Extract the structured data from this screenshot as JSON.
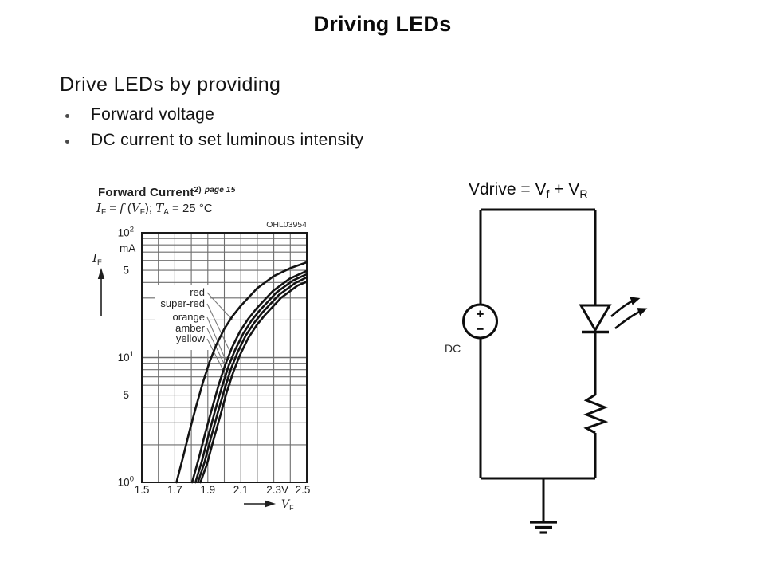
{
  "slide": {
    "title": "Driving LEDs",
    "heading": "Drive LEDs by providing",
    "bullets": [
      "Forward voltage",
      "DC current to set luminous intensity"
    ]
  },
  "chart": {
    "heading": {
      "main": "Forward Current",
      "footnote": "2)",
      "note": "page 15"
    },
    "subtitle": {
      "p1": "I",
      "s1": "F",
      "p2": " = ",
      "p3": "f",
      "p4": " (",
      "p5": "V",
      "s5": "F",
      "p6": "); ",
      "p7": "T",
      "s7": "A",
      "p8": " = 25 °C"
    },
    "watermark": "OHL03954",
    "y_axis_name": {
      "sym": "I",
      "sub": "F",
      "unit": "mA"
    },
    "x_axis_name": {
      "sym": "V",
      "sub": "F",
      "unit": "V"
    }
  },
  "chart_data": {
    "type": "line",
    "title": "Forward Current: IF = f(VF); TA = 25 °C",
    "xlabel": "VF (V)",
    "ylabel": "IF (mA)",
    "x_scale": "linear",
    "y_scale": "log",
    "xlim": [
      1.5,
      2.5
    ],
    "ylim": [
      1,
      100
    ],
    "x_ticks": [
      "1.5",
      "1.7",
      "1.9",
      "2.1",
      "2.3",
      "2.5"
    ],
    "x_tick_values": [
      1.5,
      1.7,
      1.9,
      2.1,
      2.3,
      2.5
    ],
    "y_ticks": [
      {
        "base": "10",
        "exp": "2",
        "value": 100
      },
      {
        "label": "5",
        "value": 50
      },
      {
        "base": "10",
        "exp": "1",
        "value": 10
      },
      {
        "label": "5",
        "value": 5
      },
      {
        "base": "10",
        "exp": "0",
        "value": 1
      }
    ],
    "grid": "log-minor",
    "legend_position": "inside-left-with-leaders",
    "series": [
      {
        "name": "red",
        "points": [
          [
            1.71,
            1
          ],
          [
            1.75,
            1.6
          ],
          [
            1.79,
            2.6
          ],
          [
            1.83,
            4.1
          ],
          [
            1.87,
            6.3
          ],
          [
            1.91,
            9.2
          ],
          [
            1.95,
            12.5
          ],
          [
            2.0,
            17
          ],
          [
            2.05,
            21.5
          ],
          [
            2.1,
            26
          ],
          [
            2.2,
            36
          ],
          [
            2.3,
            45
          ],
          [
            2.4,
            52
          ],
          [
            2.5,
            58
          ]
        ]
      },
      {
        "name": "super-red",
        "points": [
          [
            1.805,
            1
          ],
          [
            1.845,
            1.55
          ],
          [
            1.885,
            2.5
          ],
          [
            1.925,
            3.9
          ],
          [
            1.965,
            6.0
          ],
          [
            2.005,
            8.7
          ],
          [
            2.045,
            11.9
          ],
          [
            2.095,
            16.2
          ],
          [
            2.145,
            20.4
          ],
          [
            2.195,
            24.7
          ],
          [
            2.295,
            34.2
          ],
          [
            2.395,
            42.8
          ],
          [
            2.5,
            49.5
          ]
        ]
      },
      {
        "name": "orange",
        "points": [
          [
            1.825,
            1
          ],
          [
            1.865,
            1.5
          ],
          [
            1.905,
            2.4
          ],
          [
            1.945,
            3.8
          ],
          [
            1.985,
            5.8
          ],
          [
            2.025,
            8.5
          ],
          [
            2.065,
            11.5
          ],
          [
            2.115,
            15.6
          ],
          [
            2.165,
            19.8
          ],
          [
            2.215,
            23.9
          ],
          [
            2.315,
            33.1
          ],
          [
            2.415,
            41.4
          ],
          [
            2.5,
            46.5
          ]
        ]
      },
      {
        "name": "amber",
        "points": [
          [
            1.84,
            1
          ],
          [
            1.88,
            1.45
          ],
          [
            1.92,
            2.3
          ],
          [
            1.96,
            3.6
          ],
          [
            2.0,
            5.5
          ],
          [
            2.04,
            8.1
          ],
          [
            2.08,
            11.0
          ],
          [
            2.13,
            15.0
          ],
          [
            2.18,
            18.9
          ],
          [
            2.23,
            22.9
          ],
          [
            2.33,
            31.7
          ],
          [
            2.43,
            39.6
          ],
          [
            2.5,
            44
          ]
        ]
      },
      {
        "name": "yellow",
        "points": [
          [
            1.855,
            1
          ],
          [
            1.895,
            1.4
          ],
          [
            1.935,
            2.2
          ],
          [
            1.975,
            3.4
          ],
          [
            2.015,
            5.3
          ],
          [
            2.055,
            7.7
          ],
          [
            2.095,
            10.5
          ],
          [
            2.145,
            14.3
          ],
          [
            2.195,
            18.1
          ],
          [
            2.245,
            21.8
          ],
          [
            2.345,
            30.2
          ],
          [
            2.445,
            37.8
          ],
          [
            2.5,
            40.5
          ]
        ]
      }
    ],
    "label_targets": {
      "red": [
        2.05,
        20
      ],
      "super-red": [
        2.03,
        11.5
      ],
      "orange": [
        2.02,
        8.8
      ],
      "amber": [
        2.03,
        7.3
      ],
      "yellow": [
        2.04,
        6.0
      ]
    }
  },
  "circuit": {
    "equation": {
      "p1": "Vdrive = V",
      "s1": "f",
      "p2": " + V",
      "s2": "R"
    },
    "source_label": "DC",
    "plus": "+",
    "minus": "−"
  },
  "colors": {
    "curve": "#141414",
    "grid": "#6e6e6e",
    "border": "#1a1a1a",
    "leader": "#7a7a7a",
    "circuit": "#0d0d0d",
    "chart_text": "#1f1f1f"
  }
}
